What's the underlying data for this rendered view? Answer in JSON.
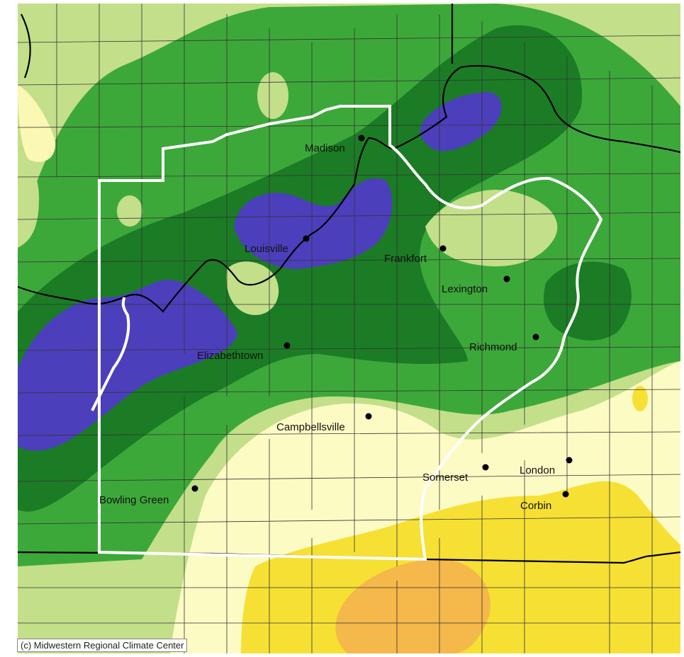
{
  "copyright": "(c) Midwestern Regional Climate Center",
  "colors": {
    "frame": "#ffffff",
    "lightest": "#fdfbc4",
    "pale_yellow": "#fbf7b4",
    "yellow": "#f6e034",
    "orange": "#f5b84a",
    "light_green": "#c3df8a",
    "green": "#3da83a",
    "dark_green": "#1b7c25",
    "blue": "#4c3fbc",
    "county_line": "#333333",
    "state_line": "#000000",
    "cwa_border": "#ffffff"
  },
  "cities": [
    {
      "name": "Madison"
    },
    {
      "name": "Louisville"
    },
    {
      "name": "Frankfort"
    },
    {
      "name": "Lexington"
    },
    {
      "name": "Richmond"
    },
    {
      "name": "Elizabethtown"
    },
    {
      "name": "Campbellsville"
    },
    {
      "name": "Somerset"
    },
    {
      "name": "London"
    },
    {
      "name": "Corbin"
    },
    {
      "name": "Bowling Green"
    }
  ]
}
